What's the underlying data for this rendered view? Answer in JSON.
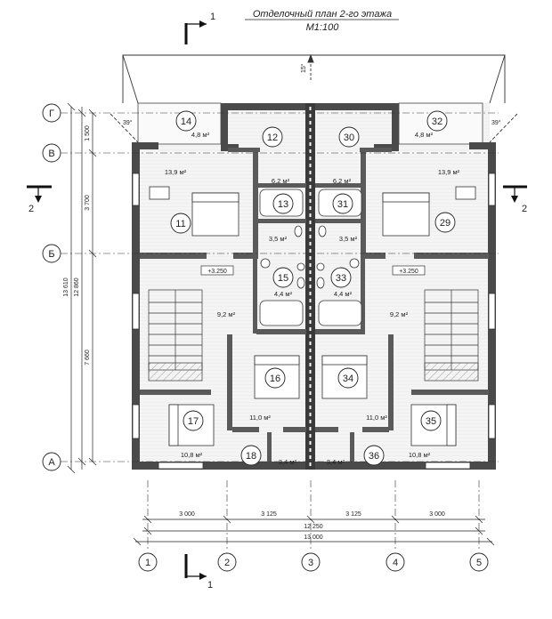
{
  "title": {
    "line1": "Отделочный план 2-го этажа",
    "line2": "М1:100"
  },
  "section_marks": {
    "top": "1",
    "bottom": "1",
    "left": "2",
    "right": "2"
  },
  "roof_slope": "15°",
  "angles": {
    "left": "39°",
    "right": "39°"
  },
  "axes": {
    "rows": [
      "Г",
      "В",
      "Б",
      "А"
    ],
    "cols": [
      "1",
      "2",
      "3",
      "4",
      "5"
    ]
  },
  "vertical_dims": {
    "d1": "1 500",
    "d2": "3 700",
    "d3": "7 660",
    "total_a": "12 860",
    "total_b": "13 610"
  },
  "horizontal_dims": {
    "seg1": "3 000",
    "seg2": "3 125",
    "seg3": "3 125",
    "seg4": "3 000",
    "total_a": "12 250",
    "total_b": "13 000"
  },
  "rooms": [
    {
      "num": "14",
      "area": "4,8 м²"
    },
    {
      "num": "12",
      "area": "6,2 м²"
    },
    {
      "num": "30",
      "area": "6,2 м²"
    },
    {
      "num": "32",
      "area": "4,8 м²"
    },
    {
      "num": "11",
      "area": "13,9 м²"
    },
    {
      "num": "13",
      "area": "3,5 м²"
    },
    {
      "num": "31",
      "area": "3,5 м²"
    },
    {
      "num": "29",
      "area": "13,9 м²"
    },
    {
      "num": "15",
      "area": "4,4 м²"
    },
    {
      "num": "33",
      "area": "4,4 м²"
    },
    {
      "num": "16",
      "area": "11,0 м²"
    },
    {
      "num": "34",
      "area": "11,0 м²"
    },
    {
      "num": "17",
      "area": "10,8 м²"
    },
    {
      "num": "35",
      "area": "10,8 м²"
    },
    {
      "num": "18",
      "area": "3,4 м²"
    },
    {
      "num": "36",
      "area": "3,4 м²"
    }
  ],
  "halls": {
    "left": "9,2 м²",
    "right": "9,2 м²"
  },
  "level_marks": {
    "left": "+3.250",
    "right": "+3.250"
  }
}
